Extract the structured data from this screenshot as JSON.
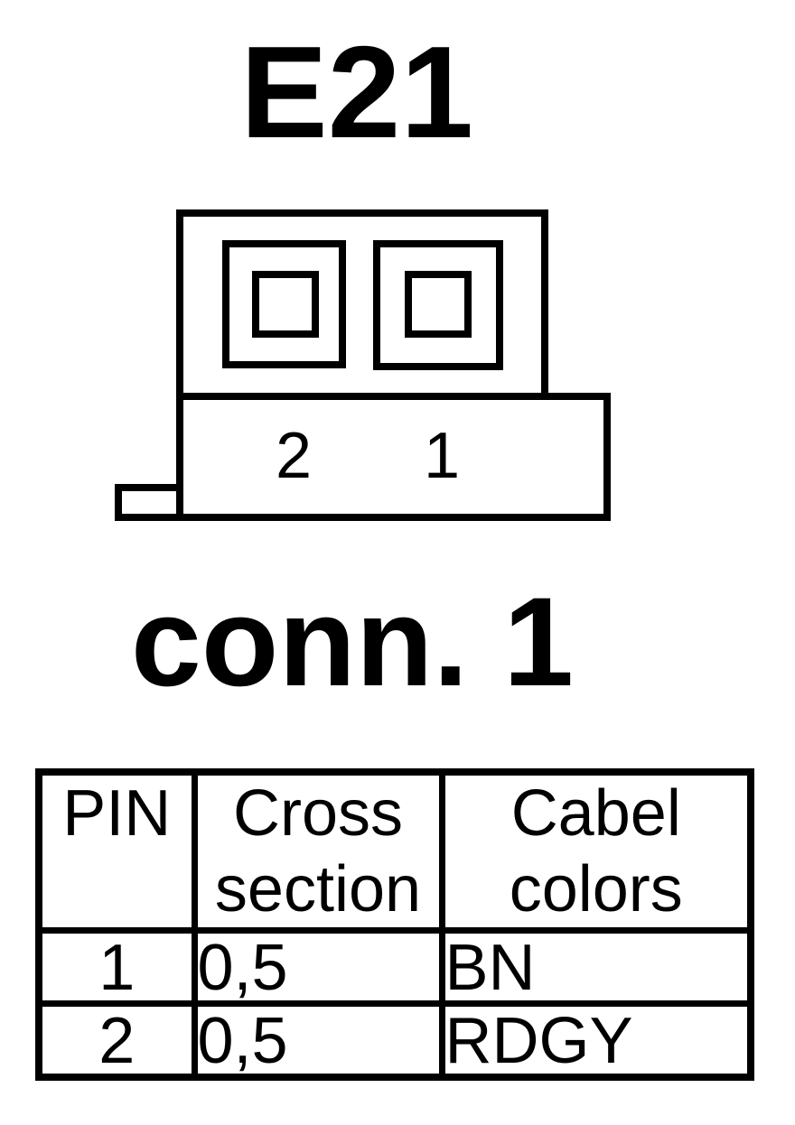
{
  "title": "E21",
  "connector": {
    "name": "conn. 1",
    "cavity_labels": [
      "2",
      "1"
    ]
  },
  "table": {
    "headers": [
      "PIN",
      "Cross section",
      "Cabel colors"
    ],
    "rows": [
      [
        "1",
        "0,5",
        "BN"
      ],
      [
        "2",
        "0,5",
        "RDGY"
      ]
    ]
  },
  "colors": {
    "ink": "#000000",
    "background": "#ffffff"
  }
}
